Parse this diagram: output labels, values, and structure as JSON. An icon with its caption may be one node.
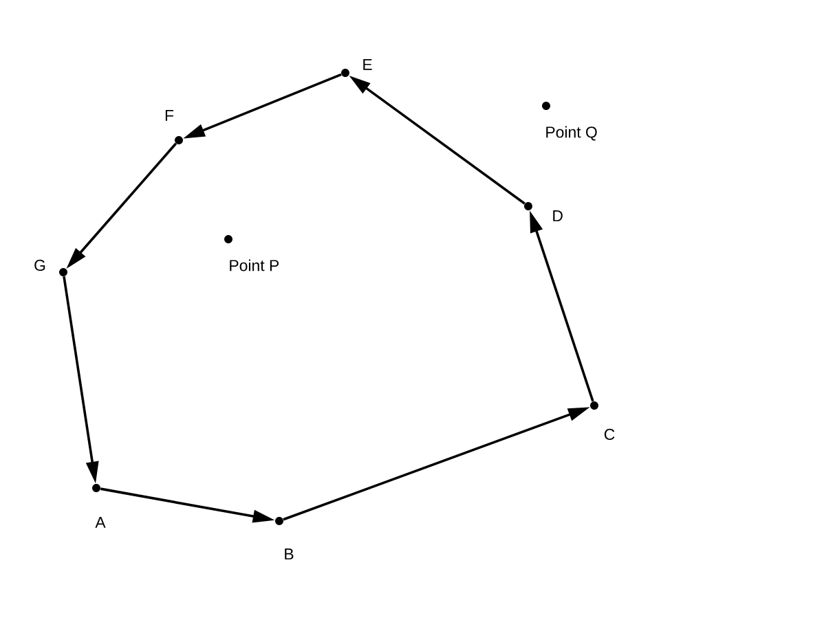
{
  "diagram": {
    "nodes": [
      {
        "text": [],
        "shape": "circle",
        "beside": [
          "A"
        ]
      },
      {
        "text": [],
        "shape": "circle",
        "beside": [
          "B"
        ]
      },
      {
        "text": [],
        "shape": "circle",
        "beside": [
          "C"
        ]
      },
      {
        "text": [],
        "shape": "circle",
        "beside": [
          "D"
        ]
      },
      {
        "text": [],
        "shape": "circle",
        "beside": [
          "E"
        ]
      },
      {
        "text": [],
        "shape": "circle",
        "beside": [
          "F"
        ]
      },
      {
        "text": [],
        "shape": "circle",
        "beside": [
          "G"
        ]
      },
      {
        "text": [],
        "shape": "circle",
        "beside": [
          "Point P"
        ]
      },
      {
        "text": [],
        "shape": "circle",
        "beside": [
          "Point Q"
        ]
      }
    ],
    "edges": [
      {
        "from": 0,
        "to": 1,
        "arrow": "to"
      },
      {
        "from": 1,
        "to": 2,
        "arrow": "to"
      },
      {
        "from": 2,
        "to": 3,
        "arrow": "to"
      },
      {
        "from": 3,
        "to": 4,
        "arrow": "to"
      },
      {
        "from": 4,
        "to": 5,
        "arrow": "to"
      },
      {
        "from": 5,
        "to": 6,
        "arrow": "to"
      },
      {
        "from": 6,
        "to": 0,
        "arrow": "to"
      }
    ]
  }
}
